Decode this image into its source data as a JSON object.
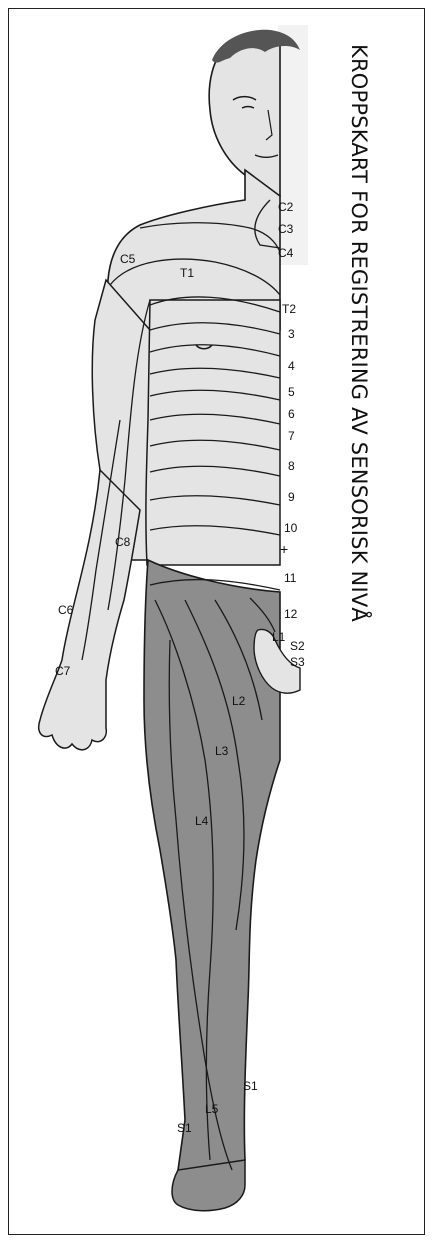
{
  "title": "KROPPSKART FOR REGISTRERING AV SENSORISK NIVÅ",
  "colors": {
    "light_skin": "#e4e4e4",
    "shaded_region": "#8d8d8d",
    "line": "#1a1a1a",
    "border": "#222222"
  },
  "labels": {
    "c2": "C2",
    "c3": "C3",
    "c4": "C4",
    "c5": "C5",
    "c6": "C6",
    "c7": "C7",
    "c8": "C8",
    "t1": "T1",
    "t2": "T2",
    "n3": "3",
    "n4": "4",
    "n5": "5",
    "n6": "6",
    "n7": "7",
    "n8": "8",
    "n9": "9",
    "n10": "10",
    "n11": "11",
    "n12": "12",
    "l1": "L1",
    "l2": "L2",
    "l3": "L3",
    "l4": "L4",
    "l5": "L5",
    "s1_left": "S1",
    "s1_right": "S1",
    "s2": "S2",
    "s3": "S3"
  }
}
